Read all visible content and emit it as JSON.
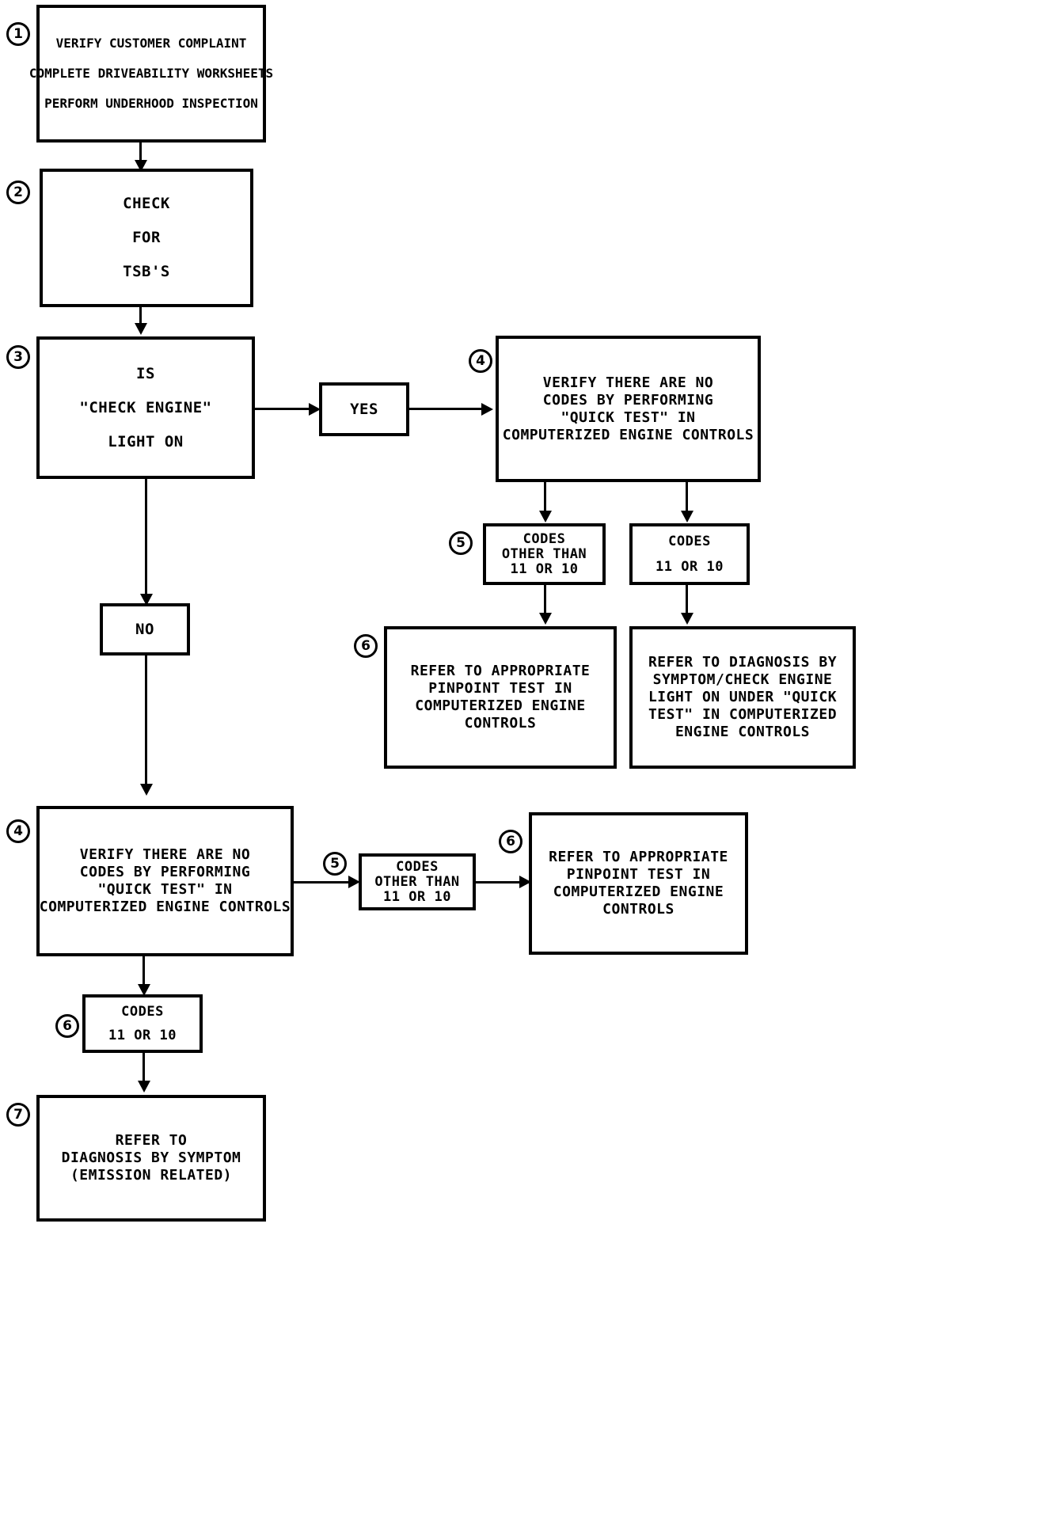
{
  "diagram": {
    "title": "Driveability Diagnostic Flowchart",
    "type": "flowchart",
    "accent_color": "#000000",
    "background_color": "#ffffff"
  },
  "nodes": {
    "step1": {
      "number": "1",
      "lines": [
        "VERIFY CUSTOMER COMPLAINT",
        "COMPLETE DRIVEABILITY WORKSHEETS",
        "PERFORM UNDERHOOD INSPECTION"
      ]
    },
    "step2": {
      "number": "2",
      "lines": [
        "CHECK",
        "FOR",
        "TSB'S"
      ]
    },
    "step3": {
      "number": "3",
      "lines": [
        "IS",
        "\"CHECK ENGINE\"",
        "LIGHT ON"
      ]
    },
    "yes": {
      "lines": [
        "YES"
      ]
    },
    "no": {
      "lines": [
        "NO"
      ]
    },
    "step4_top": {
      "number": "4",
      "lines": [
        "VERIFY THERE ARE NO",
        "CODES BY PERFORMING",
        "\"QUICK TEST\" IN",
        "COMPUTERIZED ENGINE CONTROLS"
      ]
    },
    "step5_top": {
      "number": "5",
      "lines": [
        "CODES",
        "OTHER THAN",
        "11 OR 10"
      ]
    },
    "codes_11_10_top": {
      "lines": [
        "CODES",
        "11 OR 10"
      ]
    },
    "step6_top": {
      "number": "6",
      "lines": [
        "REFER TO APPROPRIATE",
        "PINPOINT TEST IN",
        "COMPUTERIZED ENGINE",
        "CONTROLS"
      ]
    },
    "refer_diagnosis_symptom": {
      "lines": [
        "REFER TO DIAGNOSIS BY",
        "SYMPTOM/CHECK ENGINE",
        "LIGHT ON UNDER \"QUICK",
        "TEST\" IN COMPUTERIZED",
        "ENGINE CONTROLS"
      ]
    },
    "step4_bottom": {
      "number": "4",
      "lines": [
        "VERIFY THERE ARE NO",
        "CODES BY PERFORMING",
        "\"QUICK TEST\" IN",
        "COMPUTERIZED ENGINE CONTROLS"
      ]
    },
    "step5_bottom": {
      "number": "5",
      "lines": [
        "CODES",
        "OTHER THAN",
        "11 OR 10"
      ]
    },
    "step6_right": {
      "number": "6",
      "lines": [
        "REFER TO APPROPRIATE",
        "PINPOINT TEST IN",
        "COMPUTERIZED ENGINE",
        "CONTROLS"
      ]
    },
    "step6_bottom": {
      "number": "6",
      "lines": [
        "CODES",
        "11 OR 10"
      ]
    },
    "step7": {
      "number": "7",
      "lines": [
        "REFER TO",
        "DIAGNOSIS BY SYMPTOM",
        "(EMISSION RELATED)"
      ]
    }
  }
}
